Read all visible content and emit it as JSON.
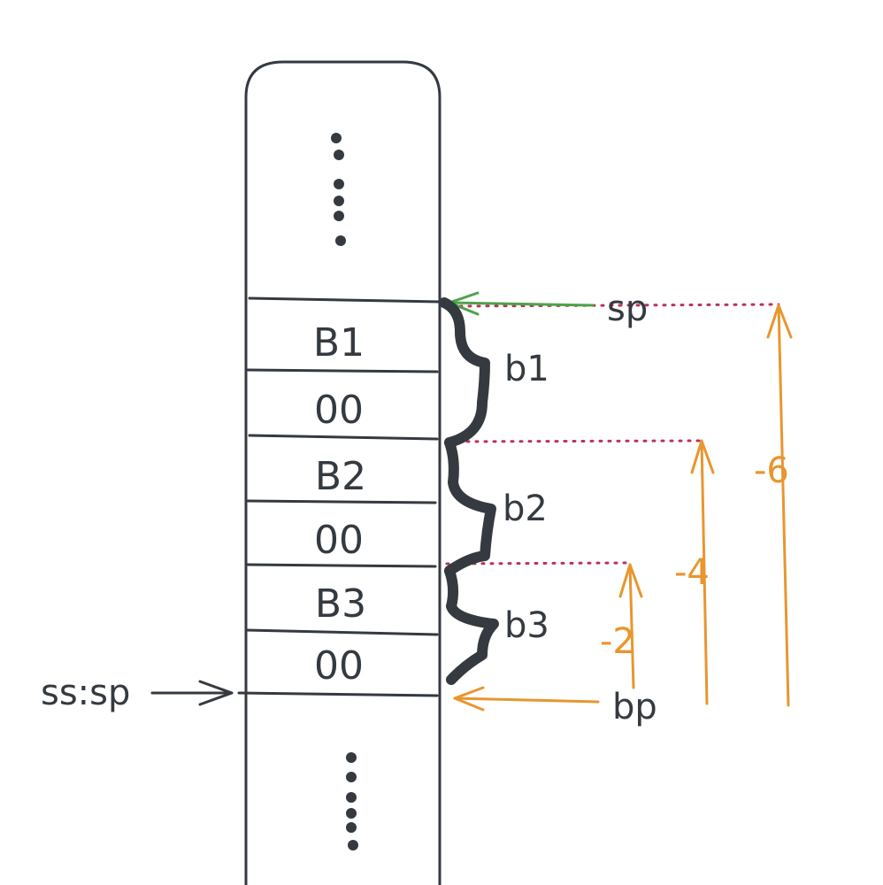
{
  "diagram": {
    "title": "Stack frame layout",
    "colors": {
      "ink": "#343a40",
      "orange": "#e8962f",
      "green": "#4ea24a",
      "guide": "#b8335a"
    },
    "cells": [
      {
        "label": "B1"
      },
      {
        "label": "00"
      },
      {
        "label": "B2"
      },
      {
        "label": "00"
      },
      {
        "label": "B3"
      },
      {
        "label": "00"
      }
    ],
    "ellipsis_top": "⋮",
    "ellipsis_bottom": "⋮",
    "braces": [
      {
        "label": "b1"
      },
      {
        "label": "b2"
      },
      {
        "label": "b3"
      }
    ],
    "pointers": {
      "sp": "sp",
      "bp": "bp",
      "ss_sp": "ss:sp"
    },
    "offsets": [
      {
        "label": "-2",
        "value": -2
      },
      {
        "label": "-4",
        "value": -4
      },
      {
        "label": "-6",
        "value": -6
      }
    ]
  }
}
